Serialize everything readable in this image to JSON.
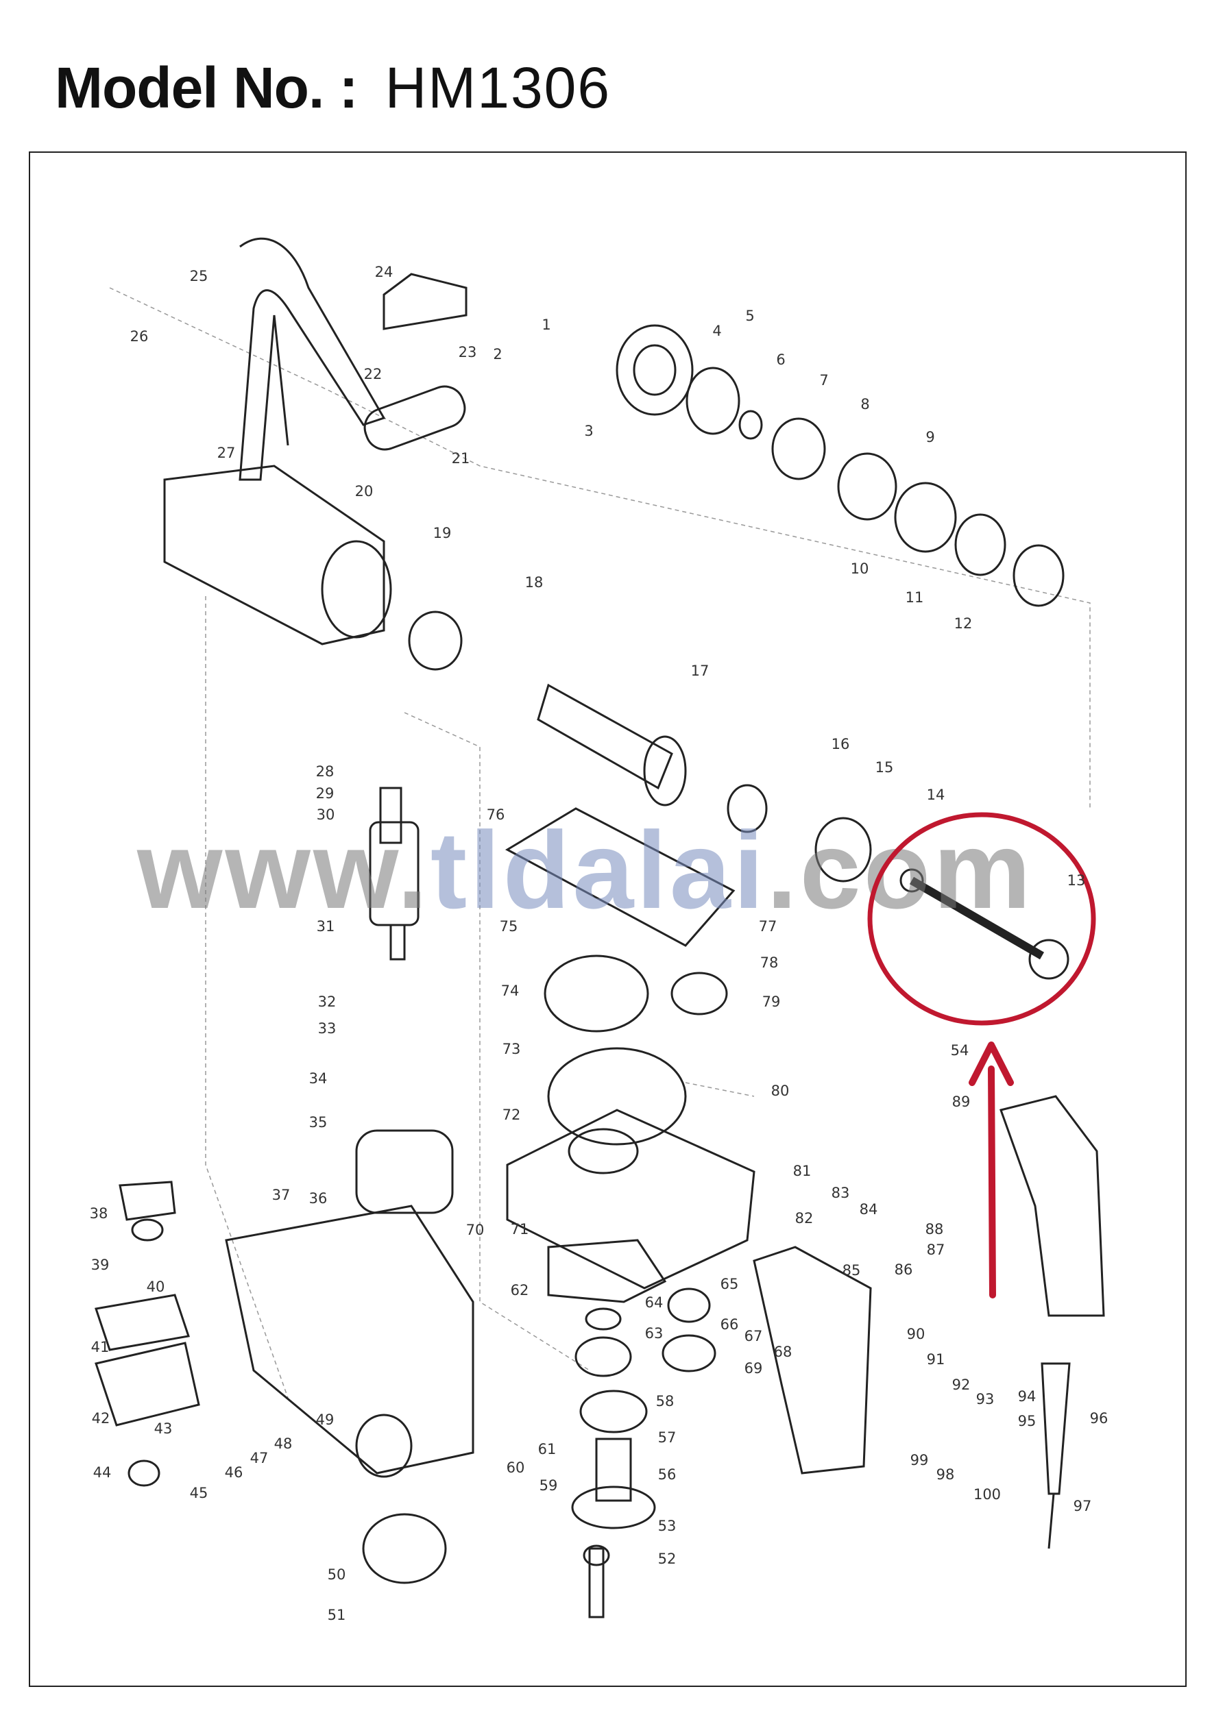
{
  "header": {
    "model_label": "Model No. :",
    "model_value": "HM1306"
  },
  "watermark": {
    "prefix": "www.",
    "domain": "tldalai",
    "suffix": ".com"
  },
  "highlight": {
    "part": "13",
    "color": "#c0182f"
  },
  "parts": [
    "25",
    "24",
    "26",
    "23",
    "22",
    "2",
    "1",
    "3",
    "4",
    "5",
    "6",
    "7",
    "8",
    "9",
    "10",
    "11",
    "12",
    "21",
    "27",
    "20",
    "19",
    "18",
    "17",
    "16",
    "15",
    "14",
    "13",
    "28",
    "29",
    "30",
    "31",
    "76",
    "75",
    "77",
    "78",
    "79",
    "74",
    "73",
    "32",
    "33",
    "34",
    "35",
    "54",
    "89",
    "80",
    "72",
    "36",
    "37",
    "70",
    "71",
    "81",
    "82",
    "83",
    "84",
    "88",
    "87",
    "85",
    "86",
    "38",
    "39",
    "40",
    "41",
    "42",
    "43",
    "44",
    "62",
    "64",
    "65",
    "63",
    "66",
    "67",
    "68",
    "69",
    "90",
    "91",
    "92",
    "93",
    "94",
    "95",
    "96",
    "58",
    "57",
    "56",
    "61",
    "60",
    "59",
    "49",
    "48",
    "47",
    "46",
    "45",
    "50",
    "51",
    "53",
    "52",
    "99",
    "98",
    "100",
    "97"
  ]
}
